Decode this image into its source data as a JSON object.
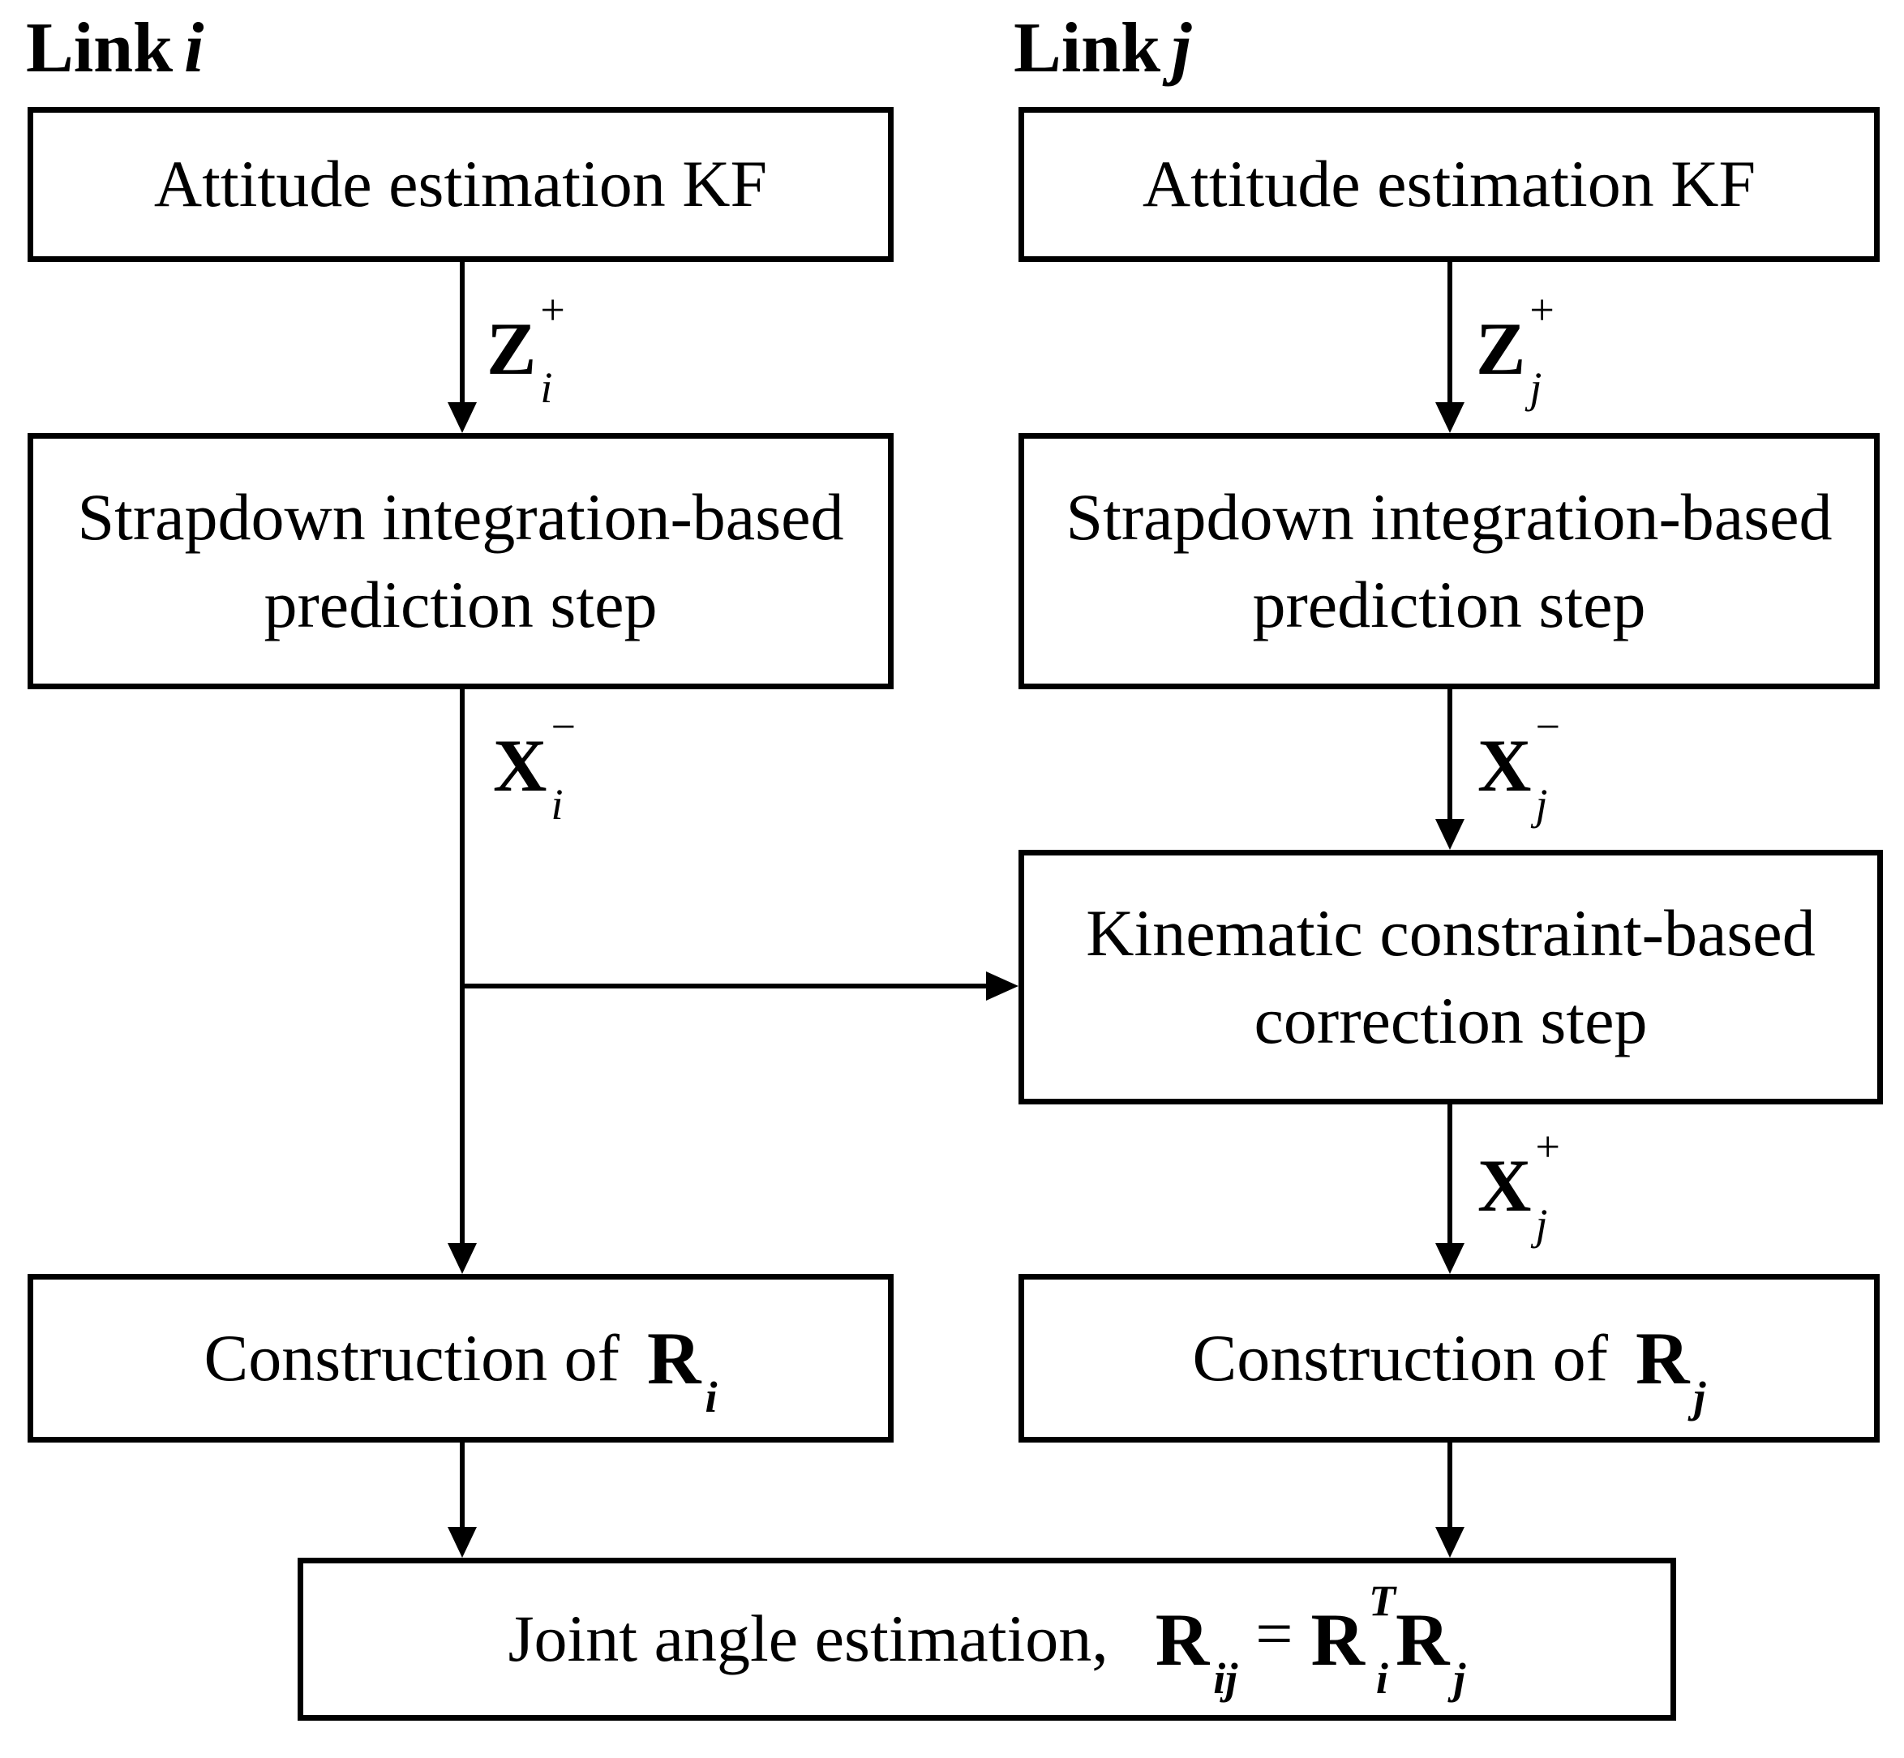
{
  "headers": {
    "link_i": {
      "word": "Link",
      "sub": "i"
    },
    "link_j": {
      "word": "Link",
      "sub": "j"
    }
  },
  "boxes": {
    "attitude_i": "Attitude estimation KF",
    "attitude_j": "Attitude estimation KF",
    "strapdown_line1": "Strapdown integration-based",
    "strapdown_line2": "prediction step",
    "kinematic_line1": "Kinematic constraint-based",
    "kinematic_line2": "correction step",
    "construction_prefix": "Construction of",
    "construction_i": {
      "base": "R",
      "sub": "i"
    },
    "construction_j": {
      "base": "R",
      "sub": "j"
    }
  },
  "labels": {
    "z_i": {
      "base": "Z",
      "sup": "+",
      "sub": "i"
    },
    "z_j": {
      "base": "Z",
      "sup": "+",
      "sub": "j"
    },
    "x_i_minus": {
      "base": "X",
      "sup": "−",
      "sub": "i"
    },
    "x_j_minus": {
      "base": "X",
      "sup": "−",
      "sub": "j"
    },
    "x_j_plus": {
      "base": "X",
      "sup": "+",
      "sub": "j"
    }
  },
  "joint": {
    "text": "Joint angle estimation,",
    "eq": {
      "r_ij": {
        "base": "R",
        "sub": "ij"
      },
      "equals": "=",
      "r_i_T": {
        "base": "R",
        "sup": "T",
        "sub": "i"
      },
      "r_j": {
        "base": "R",
        "sub": "j"
      }
    }
  },
  "colors": {
    "ink": "#000000",
    "background": "#ffffff"
  }
}
